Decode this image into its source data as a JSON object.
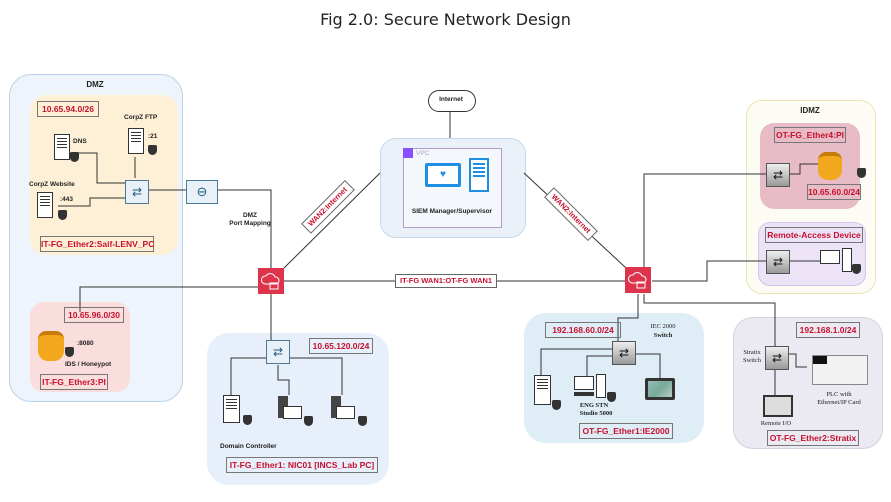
{
  "title": "Fig 2.0: Secure Network Design",
  "zones": {
    "dmz": {
      "label": "DMZ",
      "subnet": "10.65.94.0/26",
      "interface": "IT-FG_Ether2:Saif-LENV_PC",
      "nodes": {
        "dns": "DNS",
        "ftp": "CorpZ FTP",
        "ftp_port": ":21",
        "website": "CorpZ Website",
        "website_port": ":443"
      },
      "port_mapping": "DMZ\nPort Mapping",
      "port_mapping_line1": "DMZ",
      "port_mapping_line2": "Port Mapping"
    },
    "honeypot": {
      "subnet": "10.65.96.0/30",
      "port": ":8080",
      "label": "IDS / Honeypot",
      "interface": "IT-FG_Ether3:PI"
    },
    "it_lan": {
      "subnet": "10.65.120.0/24",
      "domain_controller": "Domain Controller",
      "interface": "IT-FG_Ether1: NIC01 [INCS_Lab PC]"
    },
    "siem": {
      "internet": "Internet",
      "vpc": "VPC",
      "label": "SIEM Manager/Supervisor"
    },
    "idmz": {
      "label": "IDMZ",
      "pi_interface": "OT-FG_Ether4:PI",
      "pi_subnet": "10.65.60.0/24",
      "remote_access": "Remote-Access Device"
    },
    "ot_ie2000": {
      "subnet": "192.168.60.0/24",
      "switch_line1": "IEC 2000",
      "switch_line2": "Switch",
      "eng_line1": "ENG STN",
      "eng_line2": "Studio 5000",
      "interface": "OT-FG_Ether1:IE2000"
    },
    "ot_stratix": {
      "subnet": "192.168.1.0/24",
      "switch_line1": "Stratix",
      "switch_line2": "Switch",
      "plc_line1": "PLC with",
      "plc_line2": "Ethernet/IP Card",
      "remote_io": "Remote I/O",
      "interface": "OT-FG_Ether2:Stratix"
    }
  },
  "links": {
    "wan2_left": "WAN2:Internet",
    "wan2_right": "WAN2:Internet",
    "wan1": "IT-FG WAN1:OT-FG WAN1"
  },
  "colors": {
    "firewall": "#dd344c",
    "label_red": "#c8102e",
    "dmz_outer": "#eef4fb",
    "dmz_inner": "#fdf0d6",
    "honeypot_zone": "#fadddd",
    "it_lan_zone": "#e6effa",
    "siem_zone": "#eaf1f8",
    "idmz_zone": "#fdfcf4",
    "pi_zone": "#e8bcc6",
    "remote_zone": "#ece3f7",
    "ie2000_zone": "#dfedf7",
    "stratix_zone": "#ebe9f1"
  }
}
